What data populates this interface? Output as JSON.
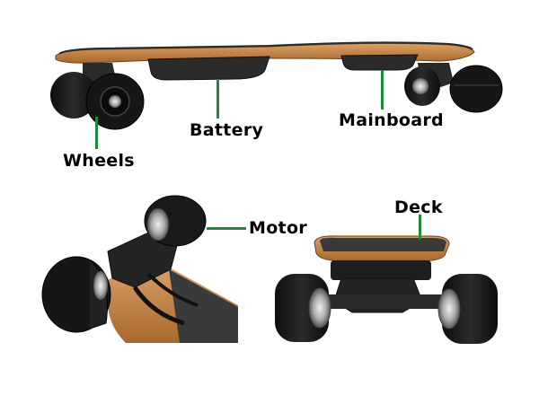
{
  "labels": {
    "battery": "Battery",
    "mainboard": "Mainboard",
    "wheels": "Wheels",
    "motor": "Motor",
    "deck": "Deck"
  },
  "colors": {
    "pointer": "#1f8a3c",
    "wheel": "#1b1b1b",
    "hub": "#b8b8b8",
    "deck_wood": "#c98a4a",
    "grip_tape": "#3a3a3a",
    "truck": "#2a2a2a"
  }
}
